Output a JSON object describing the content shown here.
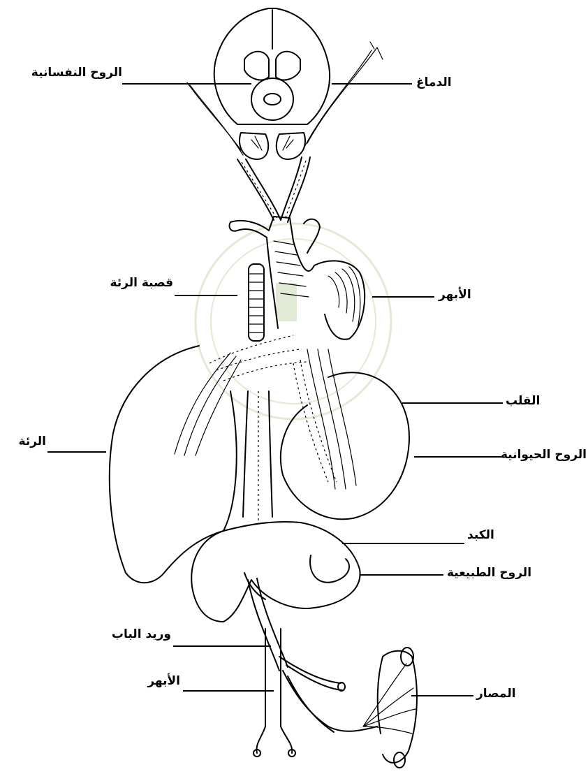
{
  "labels": {
    "psychic_spirit": "الروح النفسانية",
    "brain": "الدماغ",
    "windpipe": "قصبة الرئة",
    "artery_top": "الأبهر",
    "heart": "القلب",
    "animal_spirit": "الروح الحيوانية",
    "lung": "الرئة",
    "liver": "الكبد",
    "natural_spirit": "الروح الطبيعية",
    "portal_vein": "وريد الباب",
    "artery_bottom": "الأبهر",
    "intestines": "المصار"
  },
  "watermark": {
    "color": "#c9d9b4"
  }
}
